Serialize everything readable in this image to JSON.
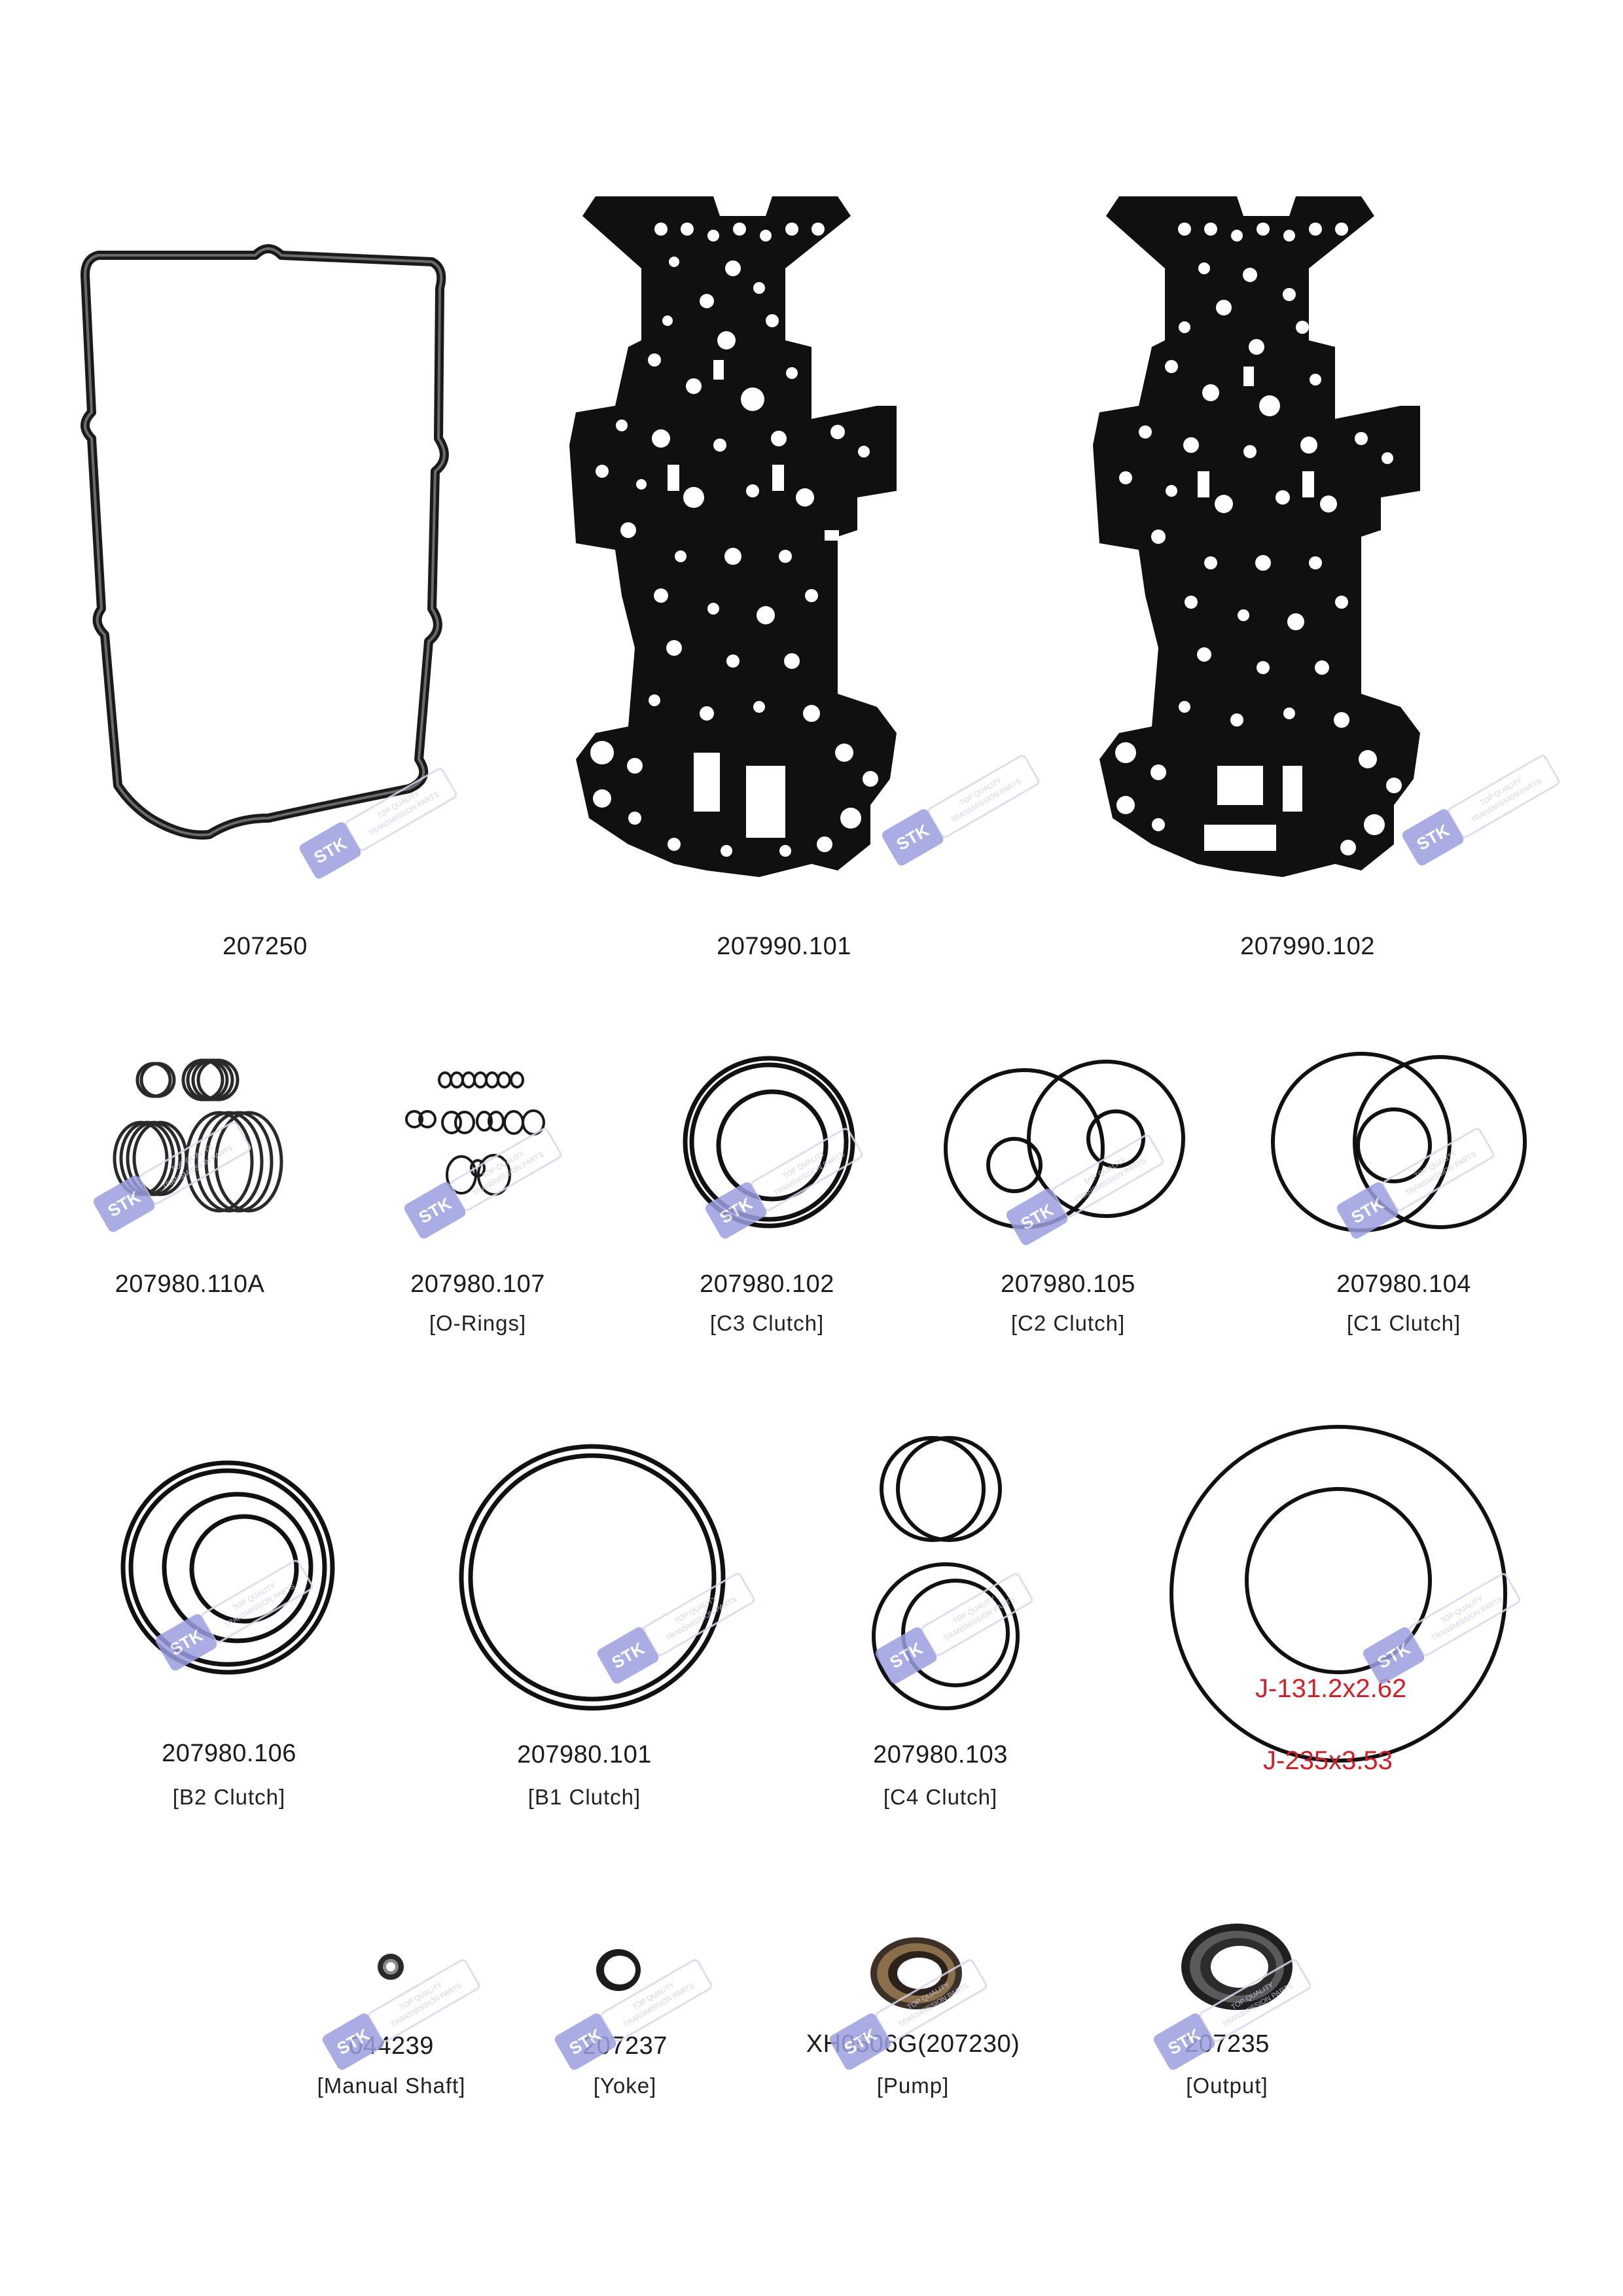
{
  "watermark": {
    "logo_text": "STK",
    "tagline": "TOP QUALITY TRANSMISSION PARTS",
    "color": "#9b9fe0"
  },
  "row1": [
    {
      "code": "207250"
    },
    {
      "code": "207990.101"
    },
    {
      "code": "207990.102"
    }
  ],
  "row2": [
    {
      "code": "207980.110A"
    },
    {
      "code": "207980.107",
      "desc": "[O-Rings]"
    },
    {
      "code": "207980.102",
      "desc": "[C3 Clutch]"
    },
    {
      "code": "207980.105",
      "desc": "[C2 Clutch]"
    },
    {
      "code": "207980.104",
      "desc": "[C1 Clutch]"
    }
  ],
  "row3": [
    {
      "code": "207980.106",
      "desc": "[B2 Clutch]"
    },
    {
      "code": "207980.101",
      "desc": "[B1 Clutch]"
    },
    {
      "code": "207980.103",
      "desc": "[C4 Clutch]"
    }
  ],
  "oring_labels": {
    "inner": "J-131.2x2.62",
    "outer": "J-235x3.53",
    "color": "#d11f2a"
  },
  "row4": [
    {
      "code": "044239",
      "desc": "[Manual Shaft]"
    },
    {
      "code": "207237",
      "desc": "[Yoke]"
    },
    {
      "code": "XH0506G(207230)",
      "desc": "[Pump]"
    },
    {
      "code": "207235",
      "desc": "[Output]"
    }
  ]
}
